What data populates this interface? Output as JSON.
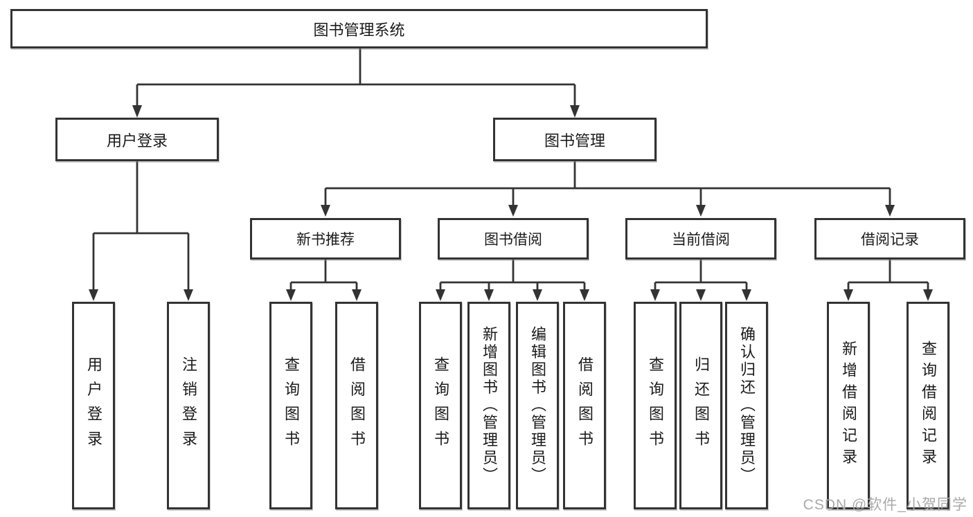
{
  "colors": {
    "line": "#333333",
    "box_border": "#333333",
    "box_fill": "#ffffff",
    "text": "#1a1a1a",
    "watermark_text": "#a9a9a9"
  },
  "diagram": {
    "root": {
      "label": "图书管理系统"
    },
    "branches": {
      "user_login": {
        "label": "用户登录",
        "children": [
          "用户登录",
          "注销登录"
        ]
      },
      "book_management": {
        "label": "图书管理",
        "sections": [
          {
            "label": "新书推荐",
            "children": [
              "查询图书",
              "借阅图书"
            ]
          },
          {
            "label": "图书借阅",
            "children": [
              "查询图书",
              "新增图书（管理员）",
              "编辑图书（管理员）",
              "借阅图书"
            ]
          },
          {
            "label": "当前借阅",
            "children": [
              "查询图书",
              "归还图书",
              "确认归还（管理员）"
            ]
          },
          {
            "label": "借阅记录",
            "children": [
              "新增借阅记录",
              "查询借阅记录"
            ]
          }
        ]
      }
    }
  },
  "watermark": "CSDN @软件_小贺同学"
}
